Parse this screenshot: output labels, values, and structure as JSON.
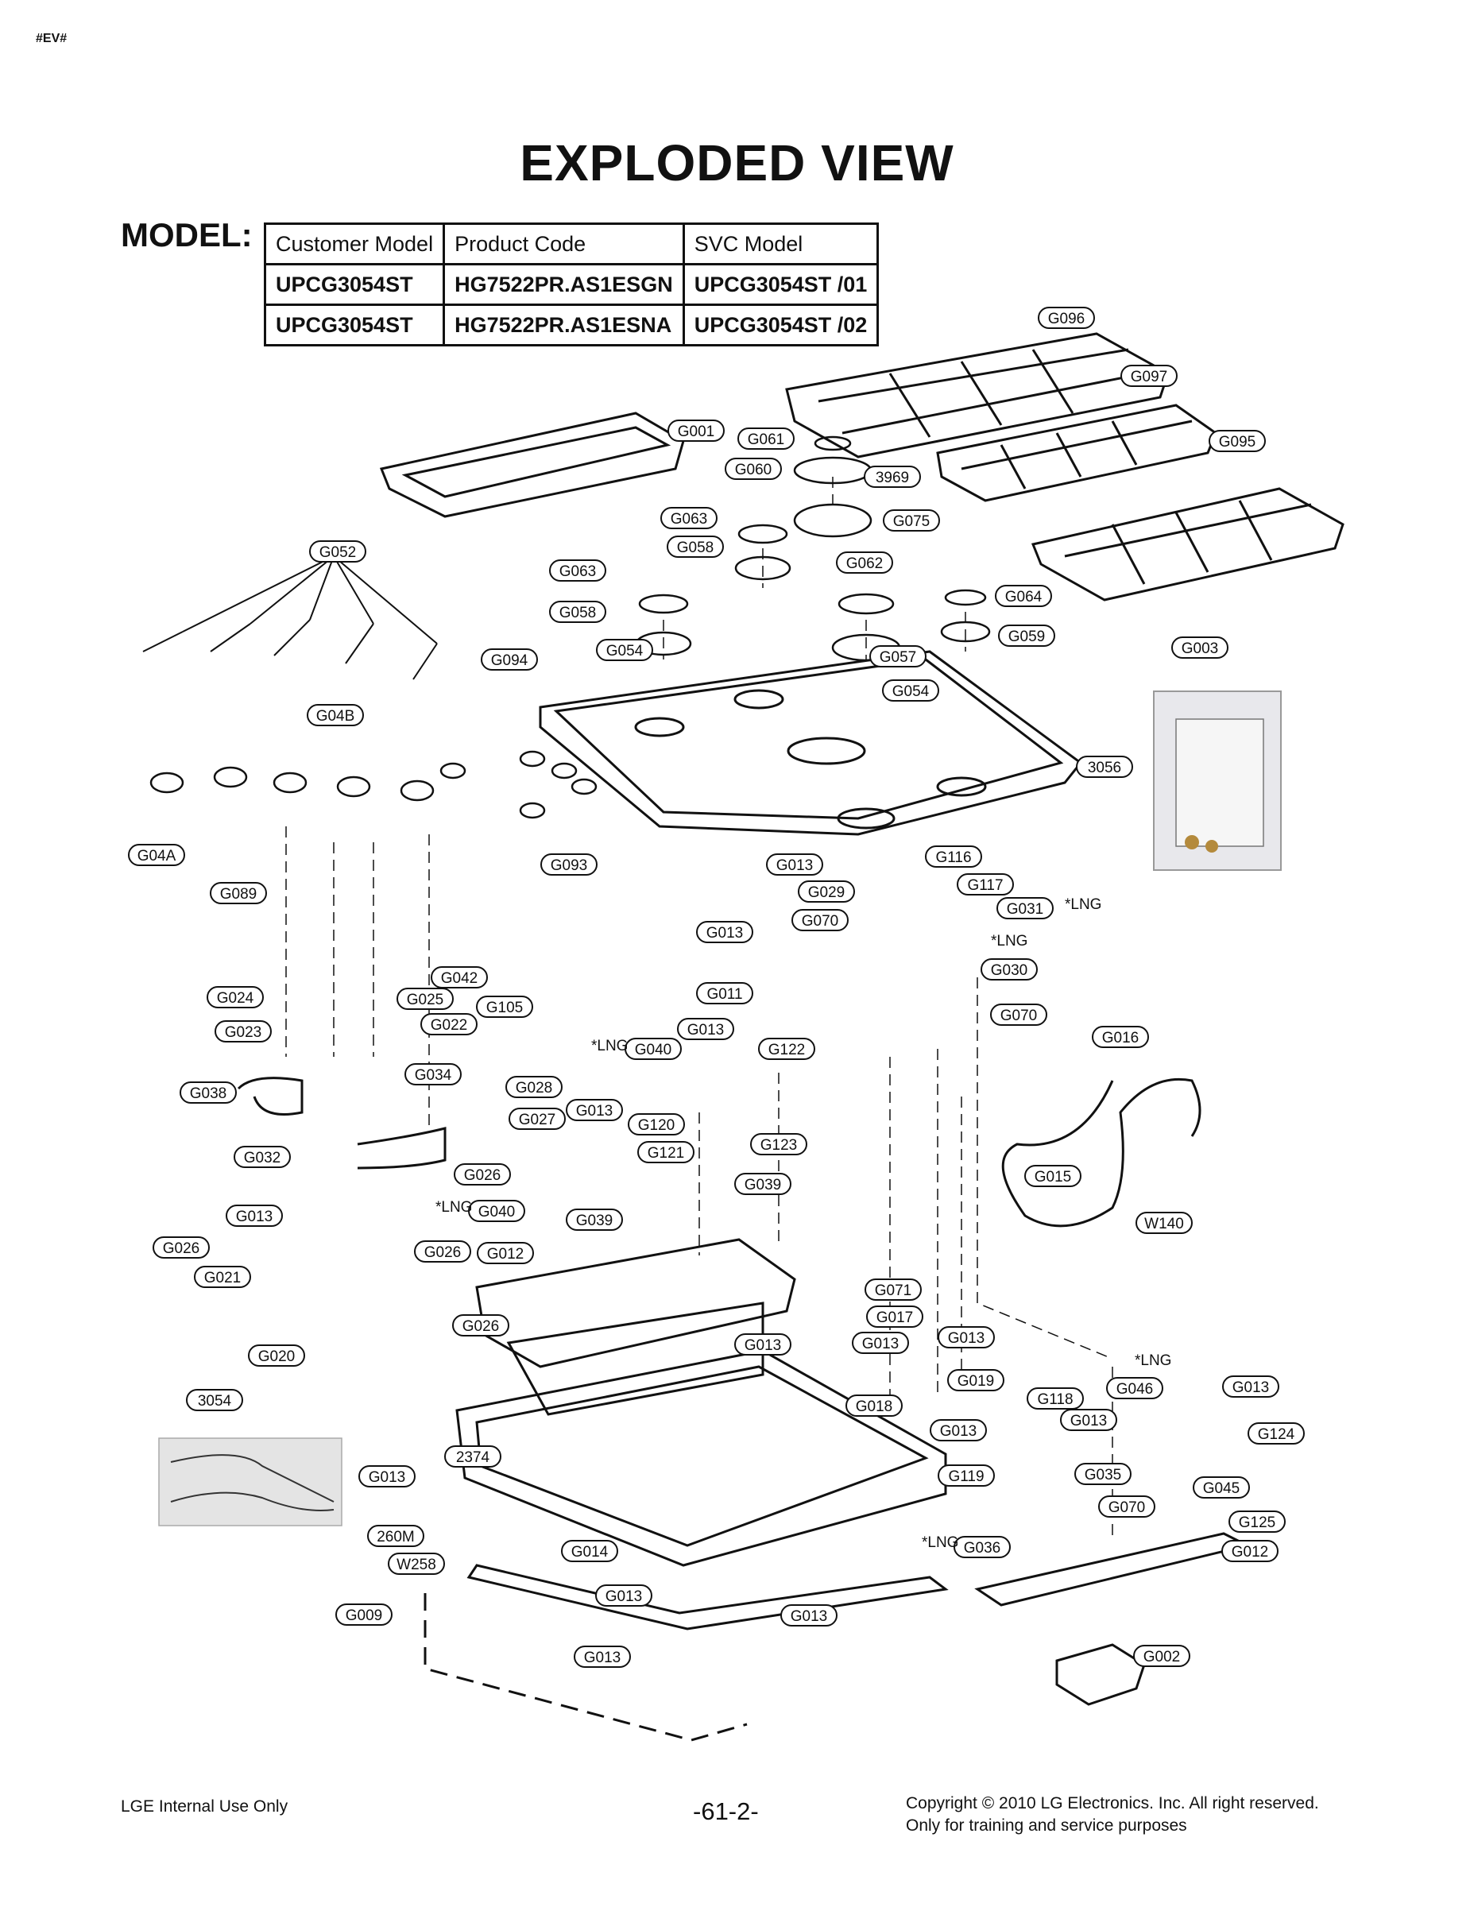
{
  "page_tag": "#EV#",
  "title": "EXPLODED VIEW",
  "model_label": "MODEL:",
  "model_table": {
    "headers": [
      "Customer Model",
      "Product Code",
      "SVC Model"
    ],
    "rows": [
      [
        "UPCG3054ST",
        "HG7522PR.AS1ESGN",
        "UPCG3054ST /01"
      ],
      [
        "UPCG3054ST",
        "HG7522PR.AS1ESNA",
        "UPCG3054ST /02"
      ]
    ]
  },
  "diagram": {
    "part_labels": [
      "G096",
      "G097",
      "G095",
      "G001",
      "G061",
      "G060",
      "3969",
      "G075",
      "G063",
      "G058",
      "G063",
      "G062",
      "G064",
      "G058",
      "G059",
      "G054",
      "G057",
      "G003",
      "G052",
      "G094",
      "G054",
      "3056",
      "G04B",
      "G04A",
      "G093",
      "G013",
      "G116",
      "G117",
      "G029",
      "G031",
      "G070",
      "G013",
      "G030",
      "G089",
      "G042",
      "G024",
      "G025",
      "G105",
      "G011",
      "G070",
      "G023",
      "G022",
      "G013",
      "G016",
      "G040",
      "G122",
      "G038",
      "G034",
      "G028",
      "G013",
      "G027",
      "G120",
      "G032",
      "G121",
      "G123",
      "G026",
      "G039",
      "G015",
      "G013",
      "G040",
      "G039",
      "W140",
      "G026",
      "G026",
      "G012",
      "G021",
      "G071",
      "G017",
      "G026",
      "G013",
      "G013",
      "G013",
      "G020",
      "G019",
      "G046",
      "G013",
      "3054",
      "G118",
      "G018",
      "G013",
      "G013",
      "G124",
      "2374",
      "G013",
      "G119",
      "G035",
      "G045",
      "G070",
      "260M",
      "G125",
      "G036",
      "W258",
      "G014",
      "G012",
      "G013",
      "G009",
      "G013",
      "G013",
      "G002"
    ],
    "lng_note": "*LNG"
  },
  "footer": {
    "left": "LGE Internal Use Only",
    "center": "-61-2-",
    "right_line1": "Copyright © 2010 LG Electronics. Inc. All right reserved.",
    "right_line2": "Only for training and service purposes"
  }
}
